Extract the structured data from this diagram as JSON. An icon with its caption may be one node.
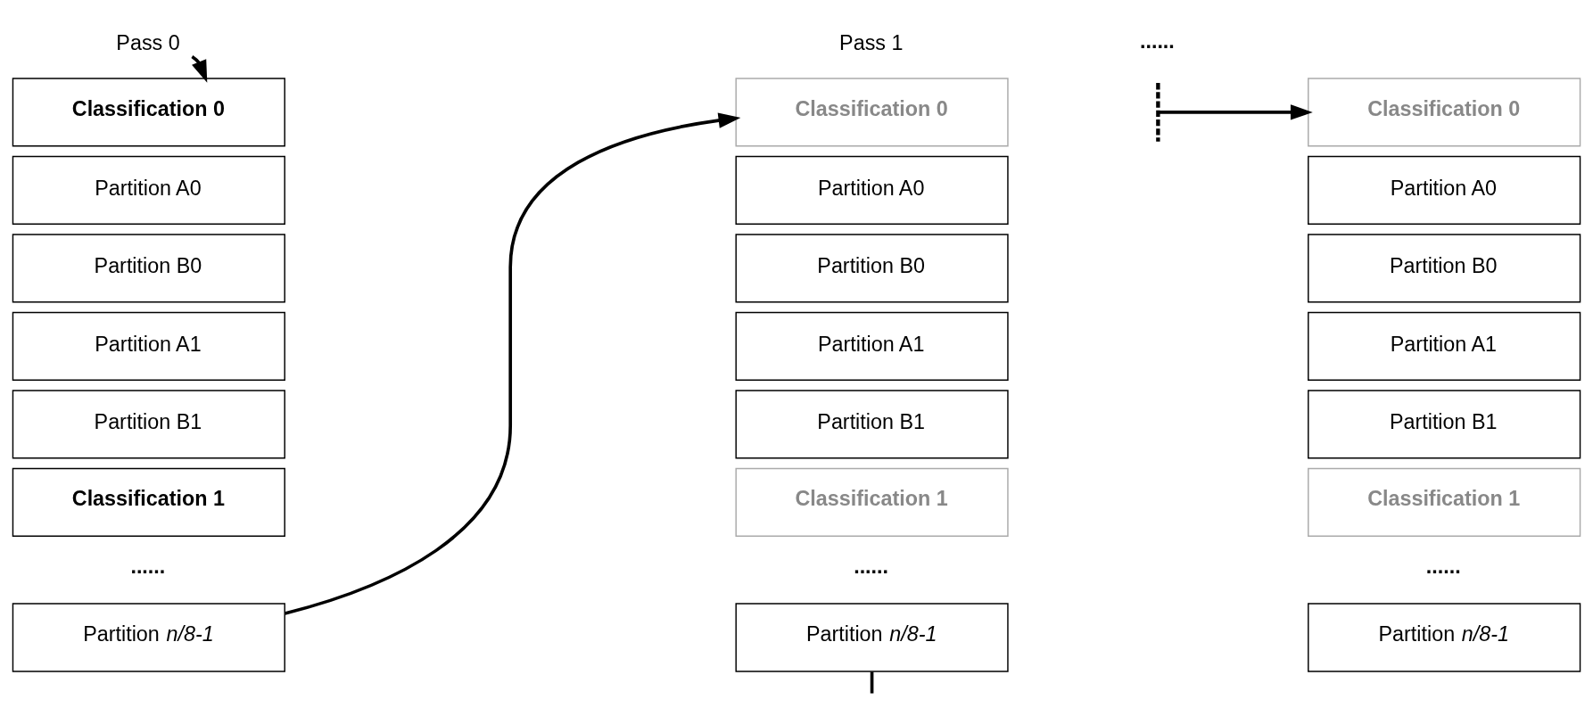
{
  "diagram": {
    "nodes": [
      {
        "text": [
          "Pass 0"
        ]
      },
      {
        "text": [
          "Classification 0"
        ]
      },
      {
        "text": [
          "Partition A0"
        ]
      },
      {
        "text": [
          "Partition B0"
        ]
      },
      {
        "text": [
          "Partition A1"
        ]
      },
      {
        "text": [
          "Partition B1"
        ]
      },
      {
        "text": [
          "Classification 1"
        ]
      },
      {
        "text": [
          "Partition *n/8-1*"
        ]
      },
      {
        "text": [
          "Classification 0"
        ]
      },
      {
        "text": [
          "Partition A0"
        ]
      },
      {
        "text": [
          "Partition B0"
        ]
      },
      {
        "text": [
          "Partition A1"
        ]
      },
      {
        "text": [
          "Partition B1"
        ]
      },
      {
        "text": [
          "Classification 1"
        ]
      },
      {
        "text": [
          "Partition *n/8-1*"
        ]
      },
      {
        "text": [],
        "shape": "bar"
      },
      {
        "text": [
          "Classification 0"
        ]
      },
      {
        "text": [
          "Partition A0"
        ]
      },
      {
        "text": [
          "Partition B0"
        ]
      },
      {
        "text": [
          "Partition A1"
        ]
      },
      {
        "text": [
          "Partition B1"
        ]
      },
      {
        "text": [
          "Classification 1"
        ]
      },
      {
        "text": [
          "Partition *n/8-1*"
        ]
      }
    ],
    "edges": [
      {
        "from": 0,
        "to": 1,
        "arrow": "to"
      },
      {
        "from": 7,
        "to": 8,
        "arrow": "to"
      },
      {
        "from": 14,
        "to": null,
        "arrow": "none"
      },
      {
        "from": 15,
        "to": 16,
        "arrow": "to"
      }
    ],
    "labels": [
      "Pass 1",
      "......",
      "......",
      "......",
      "......"
    ]
  }
}
